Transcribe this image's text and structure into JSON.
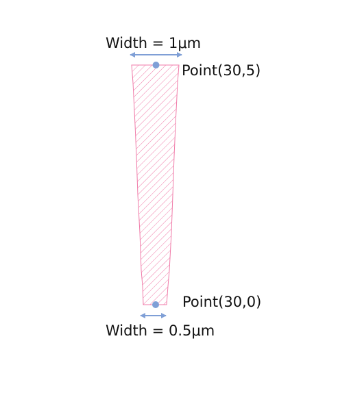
{
  "labels": {
    "top_width": "Width = 1μm",
    "bottom_width": "Width = 0.5μm",
    "top_point": "Point(30,5)",
    "bottom_point": "Point(30,0)"
  },
  "colors": {
    "shape_stroke": "#f07aa8",
    "hatch": "#f07aa8",
    "arrow": "#7f9fd6",
    "point": "#7f9fd6",
    "text": "#111111"
  }
}
